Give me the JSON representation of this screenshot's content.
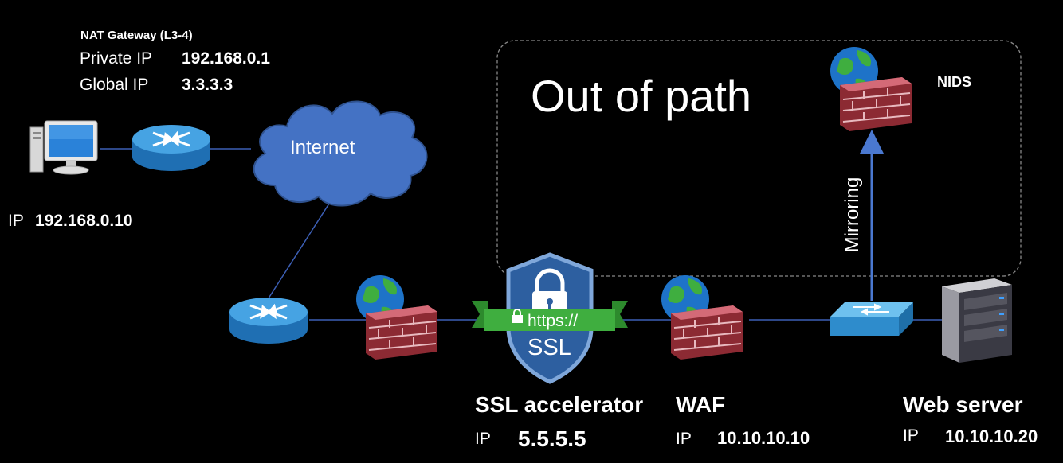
{
  "nat": {
    "title": "NAT Gateway (L3-4)",
    "private_label": "Private IP",
    "private_ip": "192.168.0.1",
    "global_label": "Global IP",
    "global_ip": "3.3.3.3"
  },
  "client": {
    "ip_label": "IP",
    "ip": "192.168.0.10"
  },
  "internet": {
    "label": "Internet"
  },
  "out_of_path": {
    "label": "Out of path"
  },
  "nids": {
    "label": "NIDS"
  },
  "mirroring": {
    "label": "Mirroring"
  },
  "ssl": {
    "name": "SSL accelerator",
    "ip_label": "IP",
    "ip": "5.5.5.5",
    "banner": "https://",
    "shield_text": "SSL"
  },
  "waf": {
    "name": "WAF",
    "ip_label": "IP",
    "ip": "10.10.10.10"
  },
  "web": {
    "name": "Web server",
    "ip_label": "IP",
    "ip": "10.10.10.20"
  },
  "icons": [
    "desktop-pc-icon",
    "router-icon",
    "cloud-icon",
    "firewall-icon",
    "globe-icon",
    "ssl-shield-icon",
    "switch-icon",
    "server-icon"
  ],
  "colors": {
    "background": "#000000",
    "cloud": "#4472c4",
    "router": "#3a8fd0",
    "brick": "#b03a48",
    "link": "#4a6fc7"
  }
}
